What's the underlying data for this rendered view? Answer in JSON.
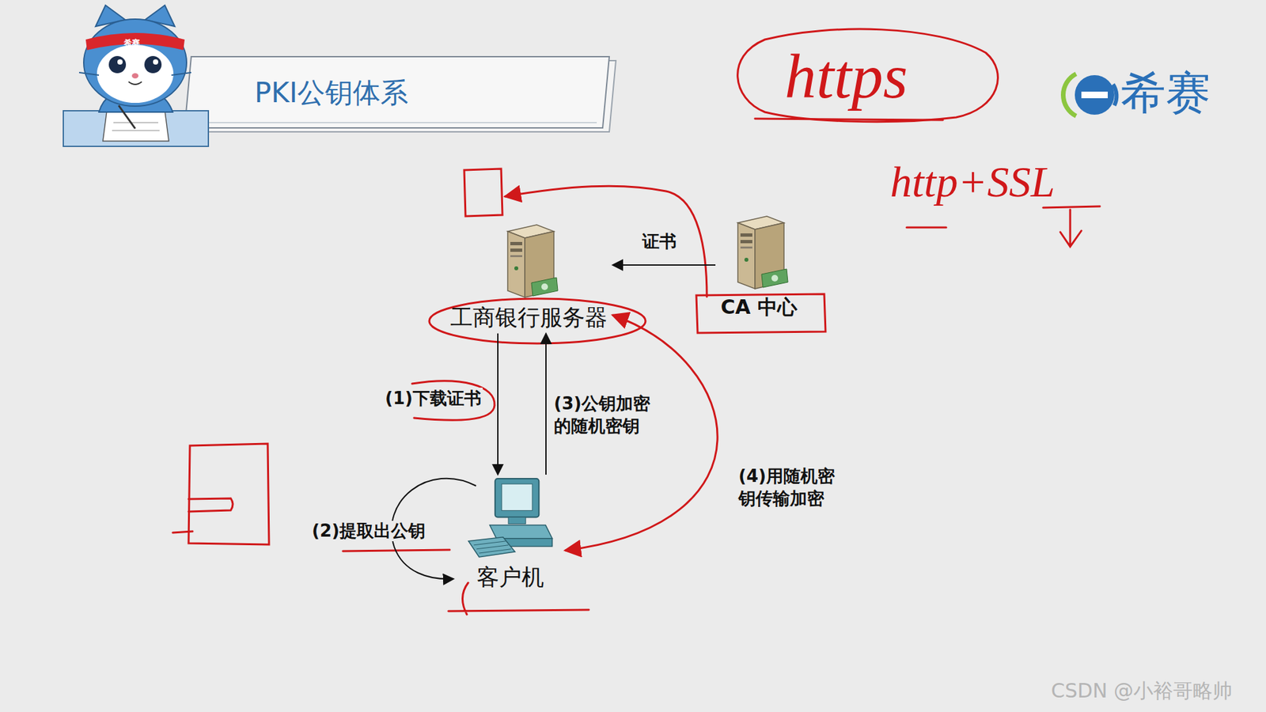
{
  "diagram": {
    "title": "PKI公钥体系",
    "nodes": [
      {
        "text": [
          "工商银行服务器"
        ]
      },
      {
        "text": [
          "CA 中心"
        ]
      },
      {
        "text": [
          "客户机"
        ]
      }
    ],
    "edges": [
      {
        "from": 1,
        "to": 0,
        "label": "证书",
        "arrow": "to"
      },
      {
        "from": 0,
        "to": 2,
        "label": "(1)下载证书",
        "arrow": "to"
      },
      {
        "from": 2,
        "to": 0,
        "label": "(3)公钥加密的随机密钥",
        "arrow": "to"
      },
      {
        "from": 0,
        "to": 2,
        "label": "(4)用随机密钥传输加密",
        "arrow": "both"
      }
    ],
    "labels": [
      "(2)提取出公钥",
      "https",
      "http+SSL",
      "希赛",
      "希赛",
      "CSDN @小裕哥略帅"
    ]
  }
}
